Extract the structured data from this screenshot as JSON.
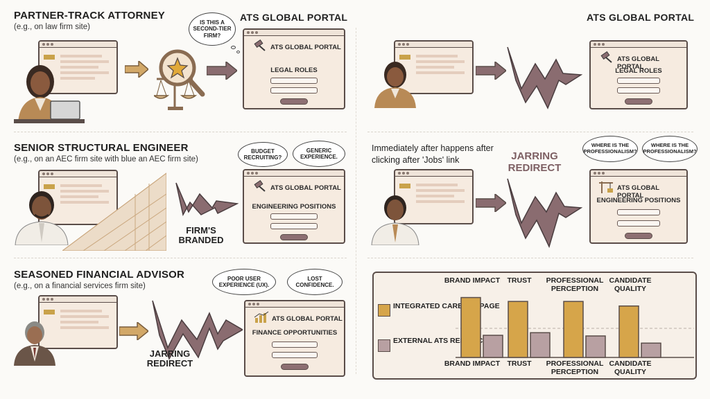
{
  "left": {
    "row1": {
      "title": "PARTNER-TRACK ATTORNEY",
      "subtitle": "(e.g., on law firm site)",
      "portal_header": "ATS GLOBAL PORTAL",
      "portal_name": "ATS GLOBAL PORTAL",
      "roles": "LEGAL ROLES",
      "thought": "IS THIS A SECOND-TIER FIRM?"
    },
    "row2": {
      "title": "SENIOR STRUCTURAL ENGINEER",
      "subtitle": "(e.g., on an AEC firm site with blue an AEC firm site)",
      "portal_name": "ATS GLOBAL PORTAL",
      "roles": "ENGINEERING POSITIONS",
      "thought1": "BUDGET RECRUITING?",
      "thought2": "GENERIC EXPERIENCE.",
      "caption": "FIRM'S BRANDED"
    },
    "row3": {
      "title": "SEASONED FINANCIAL ADVISOR",
      "subtitle": "(e.g., on a financial services firm site)",
      "portal_name": "ATS GLOBAL PORTAL",
      "roles": "FINANCE OPPORTUNITIES",
      "thought1": "POOR USER EXPERIENCE (UX).",
      "thought2": "LOST CONFIDENCE.",
      "caption": "JARRING REDIRECT"
    }
  },
  "right": {
    "row1": {
      "portal_header": "ATS GLOBAL PORTAL",
      "portal_name": "ATS GLOBAL PORTAL",
      "roles": "LEGAL ROLES"
    },
    "row2": {
      "note": "Immediately after happens after clicking after 'Jobs' link",
      "caption": "JARRING REDIRECT",
      "portal_name": "ATS GLOBAL PORTAL",
      "roles": "ENGINEERING POSITIONS",
      "thought1": "WHERE IS THE PROFESSIONALISM?",
      "thought2": "WHERE IS THE PROFESSIONALISM?"
    }
  },
  "colors": {
    "integrated": "#d6a54a",
    "external": "#b8a0a2",
    "arrow": "#d2a868",
    "bolt": "#8a6c70"
  },
  "chart_data": {
    "type": "bar",
    "categories": [
      "BRAND IMPACT",
      "TRUST",
      "PROFESSIONAL PERCEPTION",
      "CANDIDATE QUALITY"
    ],
    "series": [
      {
        "name": "INTEGRATED CAREERS PAGE",
        "values": [
          0.92,
          0.86,
          0.86,
          0.79
        ]
      },
      {
        "name": "EXTERNAL ATS REDIRECT",
        "values": [
          0.34,
          0.38,
          0.33,
          0.22
        ]
      }
    ],
    "ylim": [
      0,
      1
    ],
    "legend": "left",
    "grid": false
  }
}
